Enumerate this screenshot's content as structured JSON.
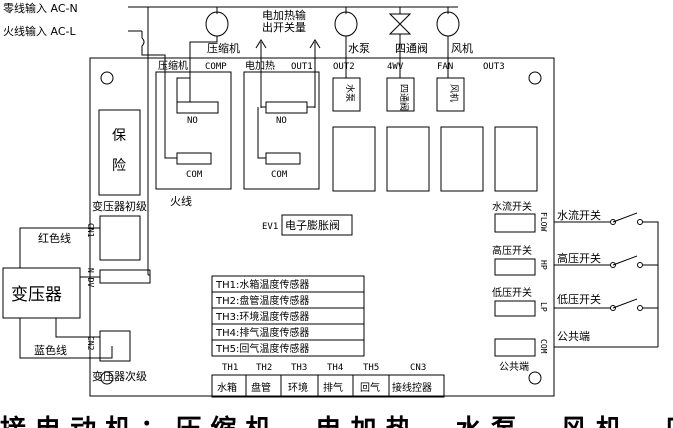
{
  "inputs": {
    "neutral": "零线输入 AC-N",
    "live": "火线输入 AC-L"
  },
  "top_labels": {
    "compressor": "压缩机",
    "heater_line1": "电加热输",
    "heater_line2": "出开关量",
    "pump": "水泵",
    "valve": "四通阀",
    "fan": "风机"
  },
  "board": {
    "compressor_cn": "压缩机",
    "compressor_port": "COMP",
    "heater_cn": "电加热",
    "out1": "OUT1",
    "out2": "OUT2",
    "out_4wv": "4WV",
    "out_fan": "FAN",
    "out3": "OUT3",
    "no1": "NO",
    "com1": "COM",
    "no2": "NO",
    "com2": "COM",
    "relay_pump": "水泵",
    "relay_valve": "四通阀",
    "relay_fan": "风机",
    "fuse_1": "保",
    "fuse_2": "险",
    "transformer_primary": "变压器初级",
    "live_wire": "火线",
    "ev1_code": "EV1",
    "ev1_label": "电子膨胀阀",
    "cn1": "CN1",
    "cn2": "CN2",
    "n_dv": "N-DV",
    "flow_code": "FLOW",
    "flow_label": "水流开关",
    "hp_code": "HP",
    "hp_label": "高压开关",
    "lp_code": "LP",
    "lp_label": "低压开关",
    "com_code": "COM",
    "com_label": "公共端",
    "sensors": [
      "TH1:水箱温度传感器",
      "TH2:盘管温度传感器",
      "TH3:环境温度传感器",
      "TH4:排气温度传感器",
      "TH5:回气温度传感器"
    ],
    "th_codes": [
      "TH1",
      "TH2",
      "TH3",
      "TH4",
      "TH5",
      "CN3"
    ],
    "th_names": [
      "水箱",
      "盘管",
      "环境",
      "排气",
      "回气",
      "接线控器"
    ]
  },
  "left": {
    "red_wire": "红色线",
    "transformer": "变压器",
    "blue_wire": "蓝色线",
    "transformer_secondary": "变压器次级"
  },
  "right": {
    "flow_switch": "水流开关",
    "hp_switch": "高压开关",
    "lp_switch": "低压开关",
    "common": "公共端"
  },
  "footer": "接 电 动 机 ： 压 缩 机 、 电 加 热 、 水 泵 、 风 机 、 四 通 阀 ： 水 泵"
}
